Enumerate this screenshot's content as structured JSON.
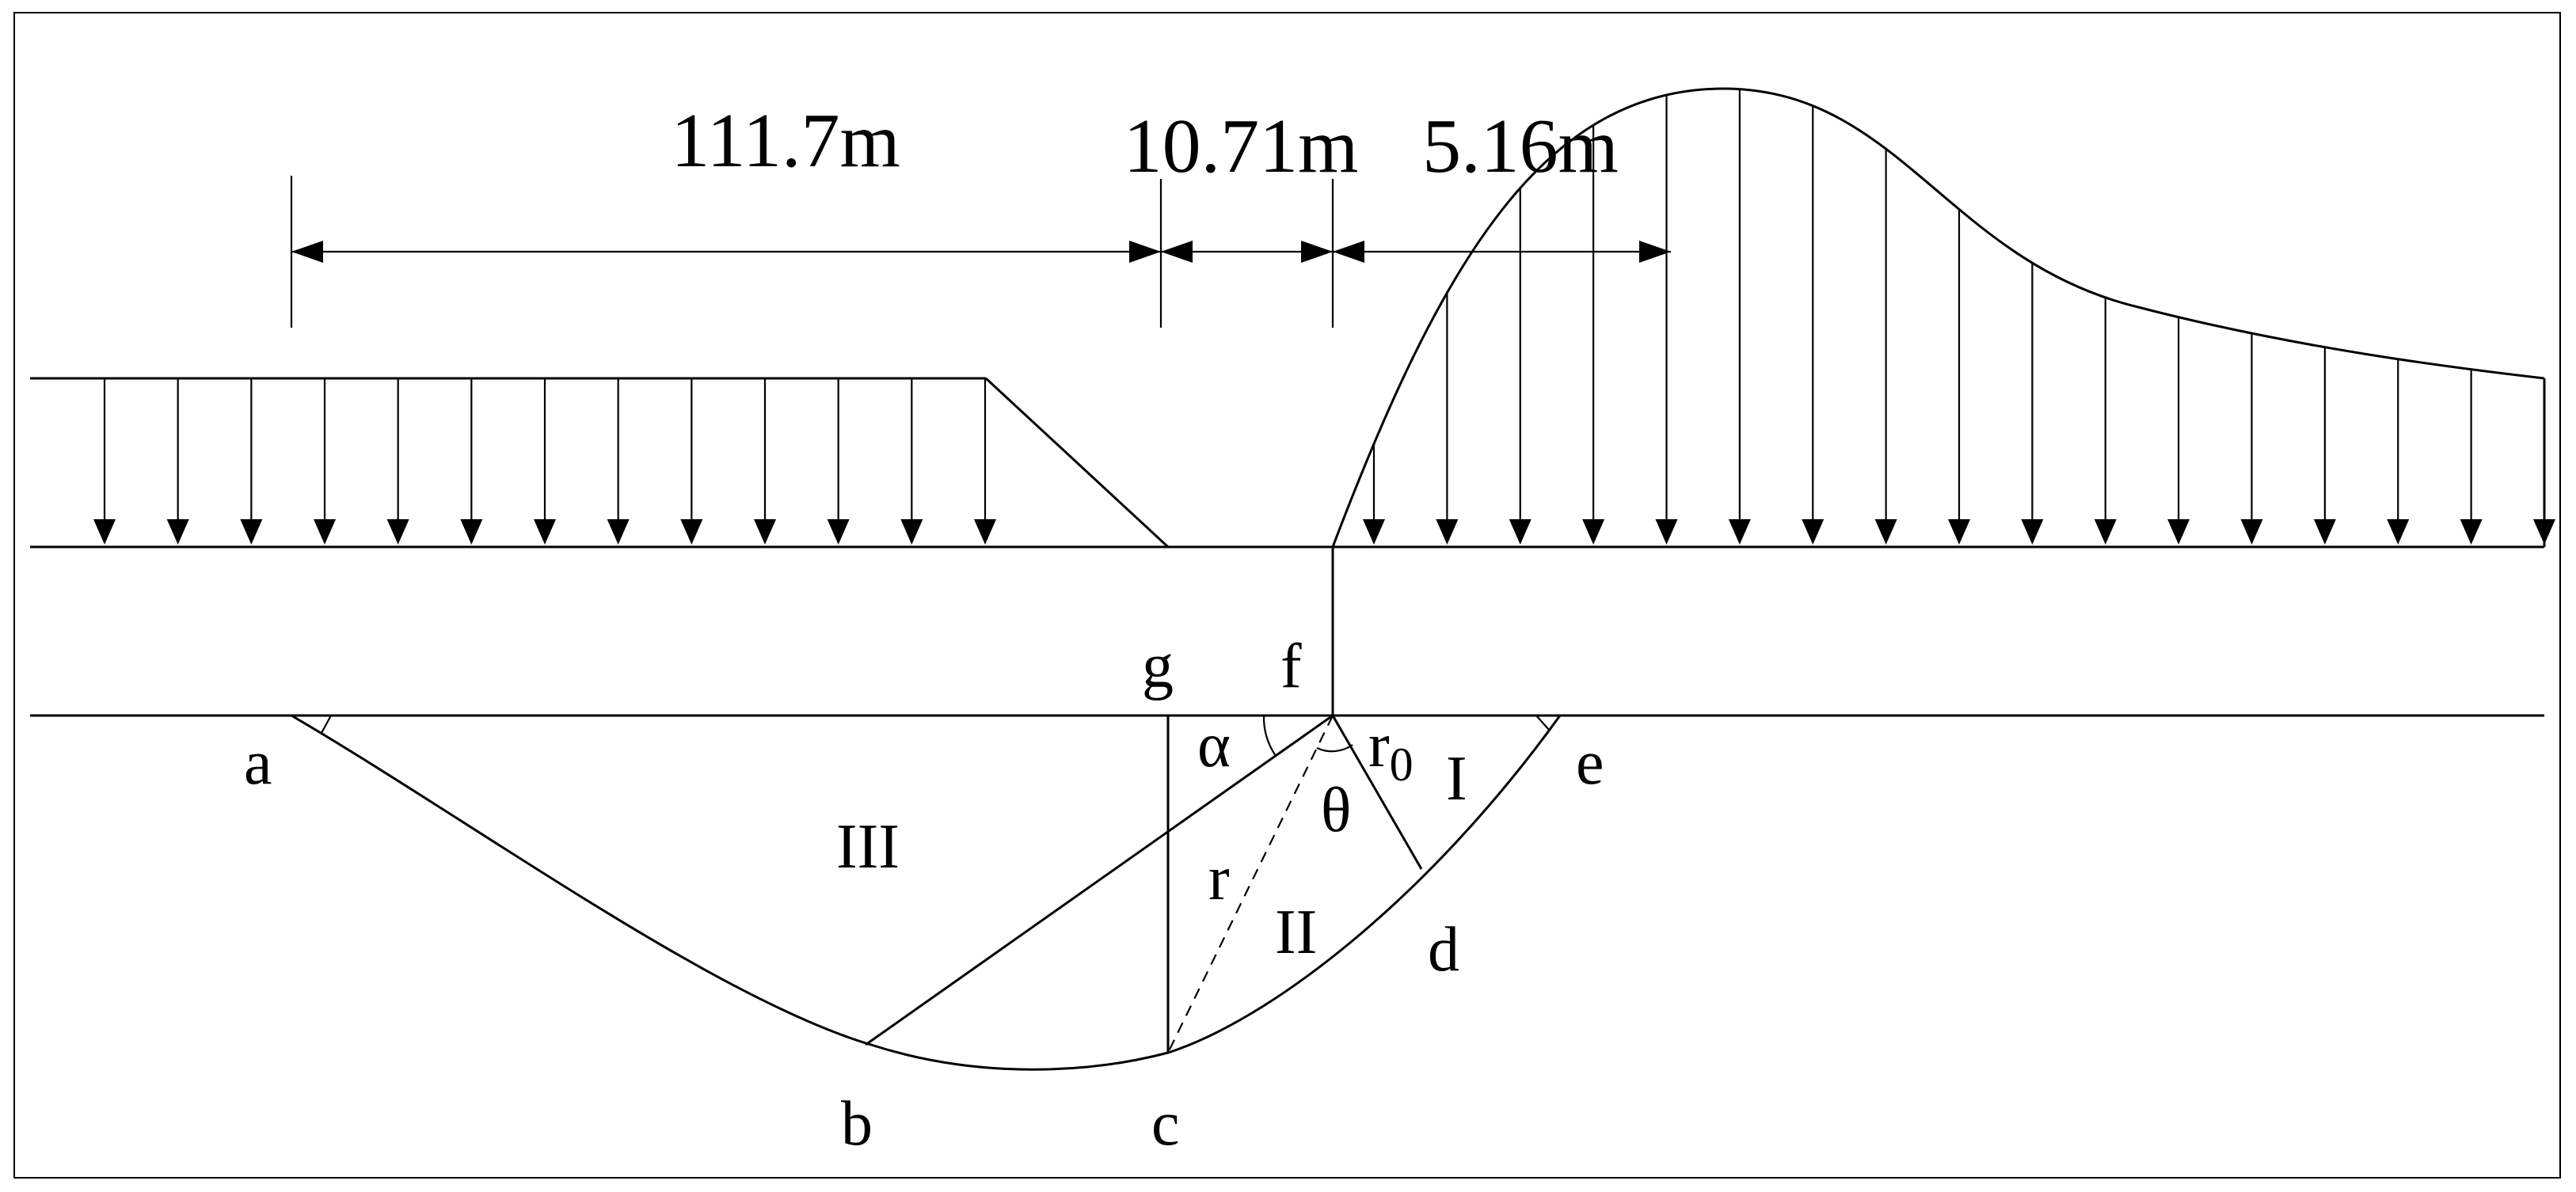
{
  "dimensions": {
    "left": "111.7m",
    "middle": "10.71m",
    "right": "5.16m"
  },
  "points": {
    "a": "a",
    "b": "b",
    "c": "c",
    "d": "d",
    "e": "e",
    "f": "f",
    "g": "g"
  },
  "angles": {
    "alpha": "α",
    "theta": "θ"
  },
  "radii": {
    "r": "r",
    "r0": "r",
    "r0_subscript": "0"
  },
  "zones": {
    "zone_1": "I",
    "zone_2": "II",
    "zone_3": "III"
  },
  "left_load_arrow_count": 13,
  "right_load_arrow_count": 17
}
